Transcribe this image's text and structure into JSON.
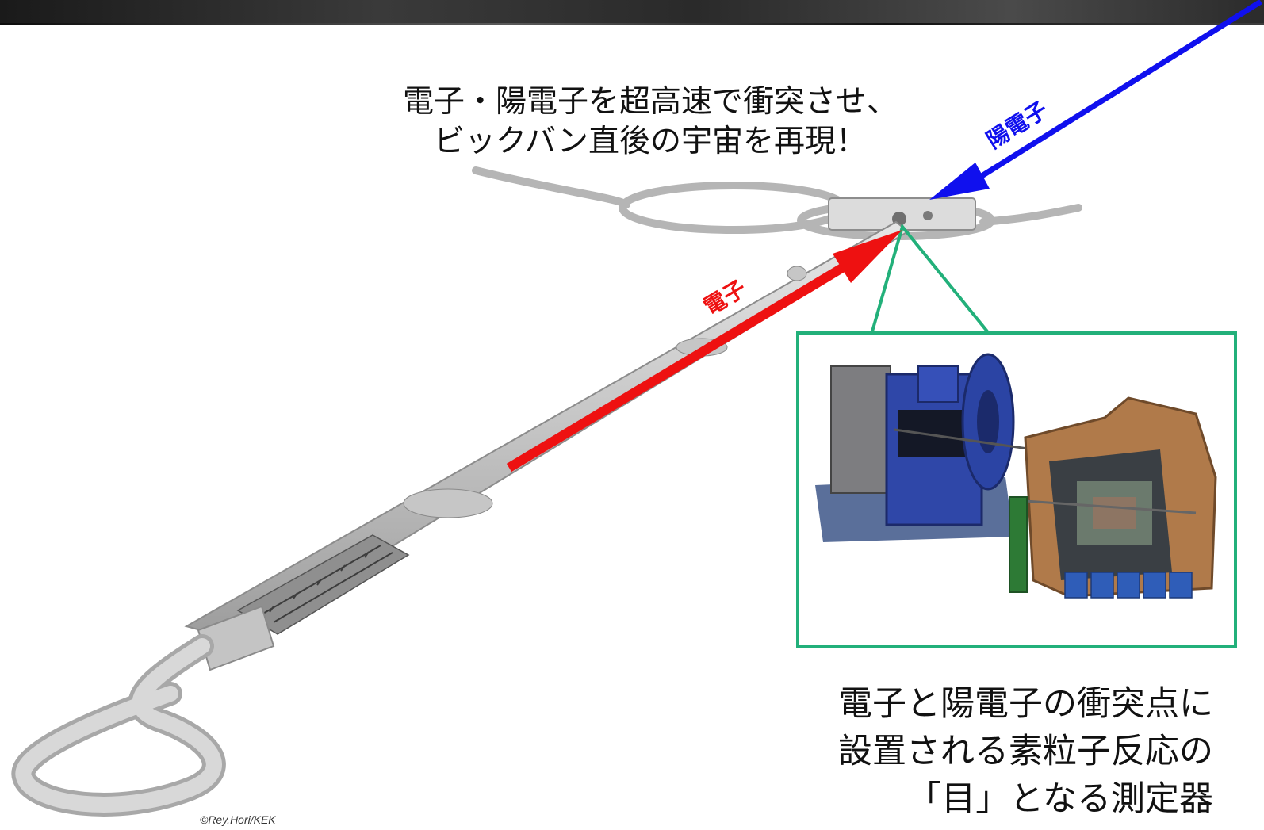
{
  "headline": {
    "line1": "電子・陽電子を超高速で衝突させ、",
    "line2": "ビックバン直後の宇宙を再現！"
  },
  "beams": {
    "positron_label": "陽電子",
    "electron_label": "電子",
    "positron_color": "#1010ee",
    "electron_color": "#ee1111"
  },
  "caption": {
    "line1": "電子と陽電子の衝突点に",
    "line2": "設置される素粒子反応の",
    "line3": "「目」となる測定器"
  },
  "credit": "©Rey.Hori/KEK",
  "colors": {
    "callout_border": "#22b07a",
    "tunnel": "#c9c9c9",
    "detector_blue": "#2f47a8",
    "detector_bronze": "#b07a4a"
  }
}
